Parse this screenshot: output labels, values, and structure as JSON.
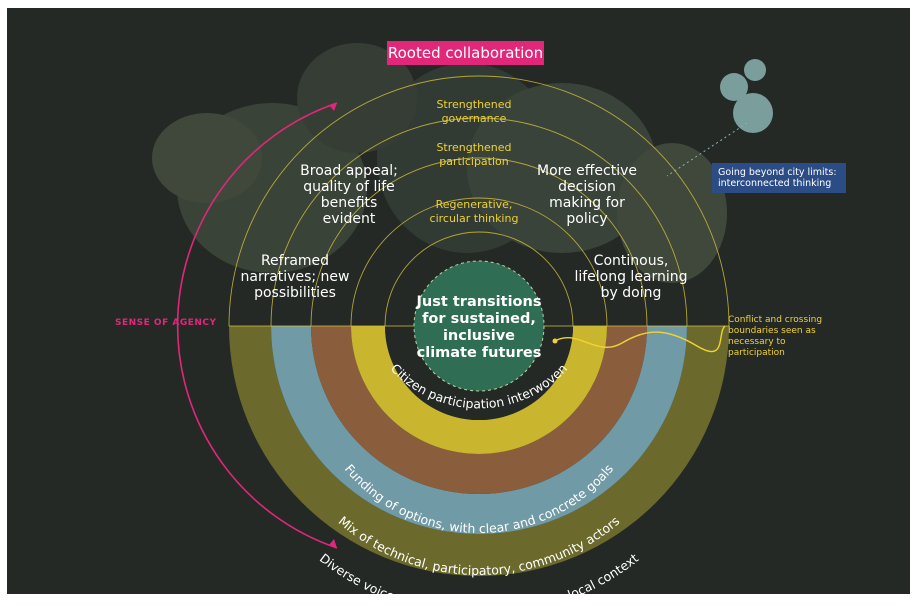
{
  "title": "Rooted collaboration",
  "city_note": "Going beyond city limits: interconnected thinking",
  "upper_yellow": {
    "governance": "Strengthened governance",
    "participation": "Strengthened participation",
    "regenerative": "Regenerative, circular thinking"
  },
  "upper_white": {
    "broad_appeal": "Broad appeal; quality of life benefits evident",
    "decision": "More effective decision making for policy",
    "reframed": "Reframed narratives; new possibilities",
    "lifelong": "Continous, lifelong learning by doing"
  },
  "center": "Just transitions for sustained, inclusive climate futures",
  "lower_bands": {
    "band1": "Citizen participation interwoven",
    "band2": "Funding of options, with clear and concrete goals",
    "band3": "Mix of technical, participatory, community actors",
    "band4": "Diverse voices and knowledge systems in local context"
  },
  "side_labels": {
    "agency": "SENSE OF AGENCY",
    "conflict": "Conflict and crossing boundaries seen as necessary to participation"
  },
  "colors": {
    "background": "#252926",
    "magenta": "#e0277a",
    "yellow_text": "#f0d232",
    "center_fill": "#2f6e55",
    "band_yellow": "#c9b52e",
    "band_brown": "#8a5e3c",
    "band_blue": "#6f9aa6",
    "band_olive": "#6b6a2c",
    "city_badge": "#2c4c86"
  }
}
